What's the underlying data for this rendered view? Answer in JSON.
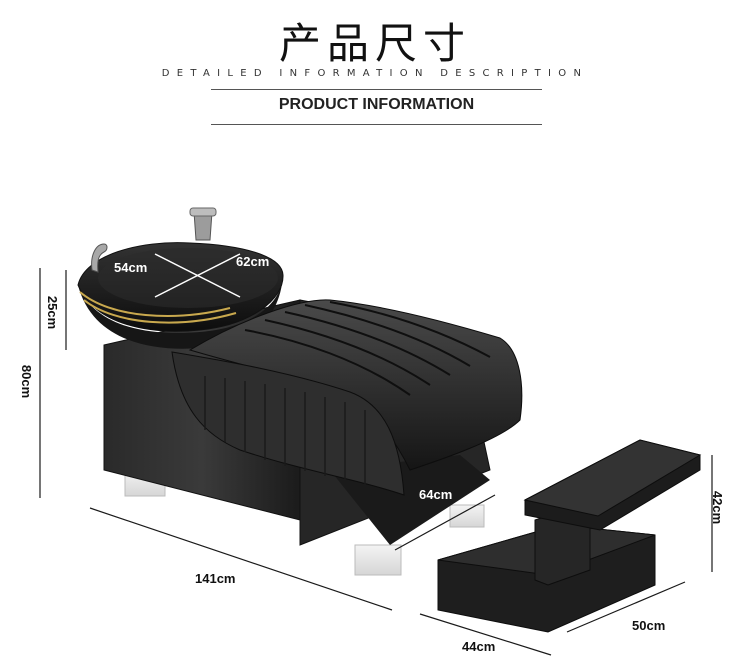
{
  "header": {
    "title_cn": "产品尺寸",
    "subtitle": "DETAILED INFORMATION DESCRIPTION",
    "section_label": "PRODUCT INFORMATION"
  },
  "dimensions": {
    "basin_width": "54cm",
    "basin_length": "62cm",
    "basin_height": "25cm",
    "total_height": "80cm",
    "seat_depth": "64cm",
    "total_length": "141cm",
    "stool_height": "42cm",
    "stool_depth": "50cm",
    "stool_width": "44cm"
  }
}
